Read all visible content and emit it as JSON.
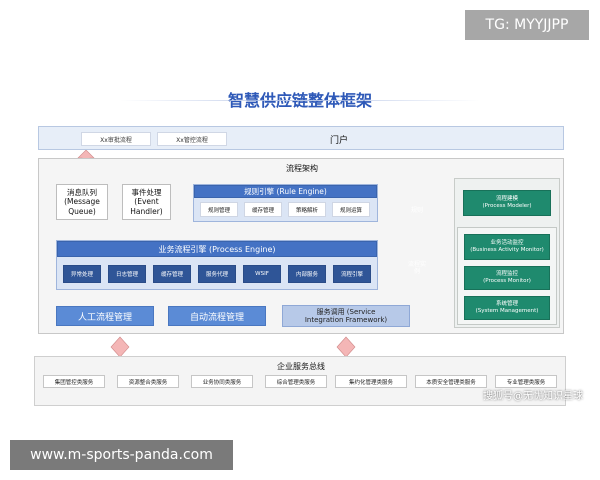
{
  "watermark_top": "TG: MYYJJPP",
  "title": "智慧供应链整体框架",
  "portal": {
    "label": "门户",
    "items": [
      "Xx审批流程",
      "Xx管控流程"
    ]
  },
  "framework": {
    "label": "流程架构",
    "message_queue": {
      "line1": "消息队列",
      "line2": "(Message",
      "line3": "Queue)"
    },
    "event_handler": {
      "line1": "事件处理",
      "line2": "(Event",
      "line3": "Handler)"
    },
    "rule_engine": {
      "label": "规则引擎 (Rule Engine)",
      "items": [
        "规则管理",
        "缓存管理",
        "策略解析",
        "规则运算"
      ]
    },
    "rule_db": "规则",
    "process_engine": {
      "label": "业务流程引擎 (Process Engine)",
      "items": [
        "异常处理",
        "日志管理",
        "缓存管理",
        "服务代理",
        "WSIF",
        "内部服务",
        "流程引擎"
      ]
    },
    "process_db": {
      "line1": "流程实",
      "line2": "例"
    },
    "manual_flow": "人工流程管理",
    "auto_flow": "自动流程管理",
    "sif": {
      "line1": "服务调用 (Service",
      "line2": "Integration Framework)"
    }
  },
  "right_panel": {
    "modeler": {
      "line1": "流程建模",
      "line2": "(Process Modeler)"
    },
    "monitors": [
      {
        "line1": "业务活动监控",
        "line2": "(Business Activity Monitor)"
      },
      {
        "line1": "流程监控",
        "line2": "(Process Monitor)"
      },
      {
        "line1": "系统管理",
        "line2": "(System Management)"
      }
    ]
  },
  "bus": {
    "label": "企业服务总线",
    "items": [
      "集团管控类服务",
      "资源整合类服务",
      "业务协同类服务",
      "综合管理类服务",
      "集约化管理类服务",
      "本质安全管理类服务",
      "专业管理类服务"
    ]
  },
  "watermark_bottom_right": "搜狐号@无忧知识星球",
  "watermark_bottom": "www.m-sports-panda.com",
  "colors": {
    "blue": "#4472c4",
    "dark_blue": "#2f5597",
    "teal": "#1f8a6e",
    "pink_arrow": "#f4b6b6"
  }
}
